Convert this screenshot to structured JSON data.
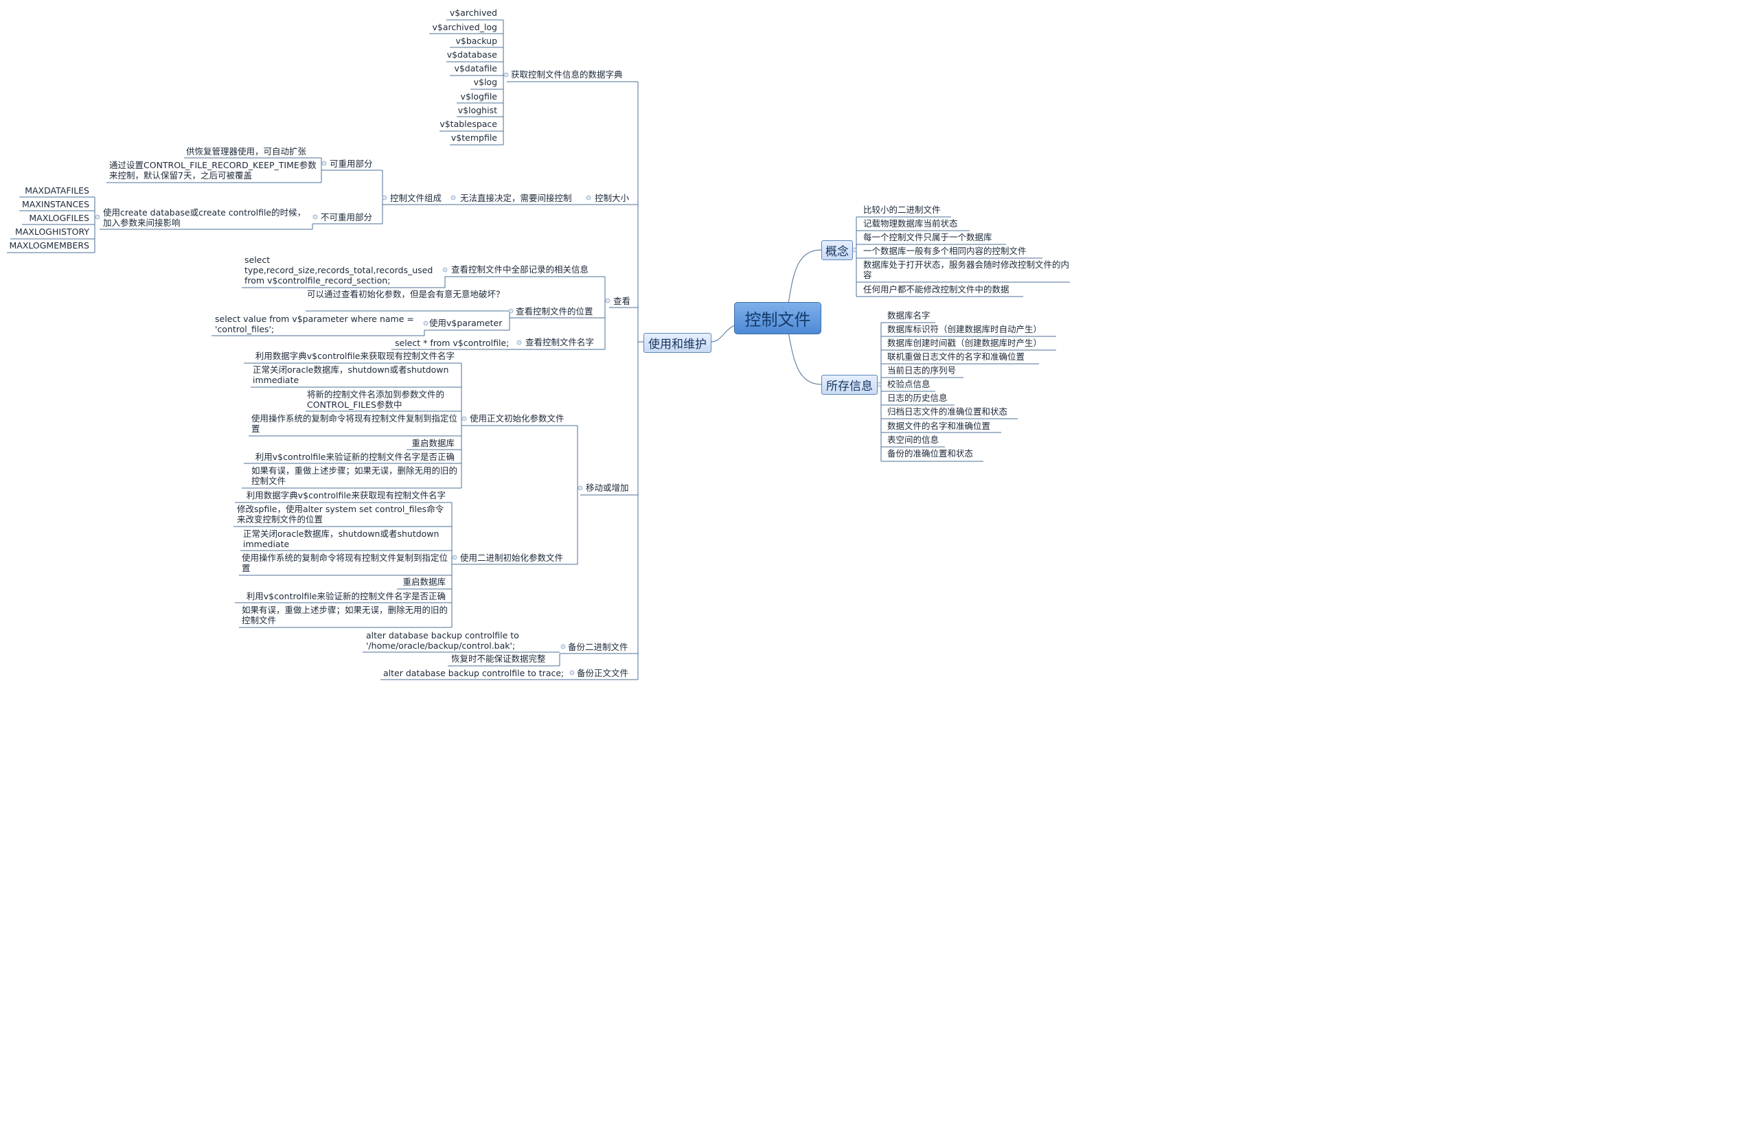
{
  "root": "控制文件",
  "concept": {
    "label": "概念",
    "items": [
      "比较小的二进制文件",
      "记载物理数据库当前状态",
      "每一个控制文件只属于一个数据库",
      "一个数据库一般有多个相同内容的控制文件",
      "数据库处于打开状态，服务器会随时修改控制文件的内容",
      "任何用户都不能修改控制文件中的数据"
    ]
  },
  "stored": {
    "label": "所存信息",
    "items": [
      "数据库名字",
      "数据库标识符（创建数据库时自动产生）",
      "数据库创建时间戳（创建数据库时产生）",
      "联机重做日志文件的名字和准确位置",
      "当前日志的序列号",
      "校验点信息",
      "日志的历史信息",
      "归档日志文件的准确位置和状态",
      "数据文件的名字和准确位置",
      "表空间的信息",
      "备份的准确位置和状态"
    ]
  },
  "maint": {
    "label": "使用和维护",
    "dict": {
      "label": "获取控制文件信息的数据字典",
      "items": [
        "v$archived",
        "v$archived_log",
        "v$backup",
        "v$database",
        "v$datafile",
        "v$log",
        "v$logfile",
        "v$loghist",
        "v$tablespace",
        "v$tempfile"
      ]
    },
    "size": {
      "label": "控制大小",
      "indirect": "无法直接决定，需要间接控制",
      "composition": "控制文件组成",
      "reusable": {
        "label": "可重用部分",
        "a": "供恢复管理器使用，可自动扩张",
        "b": "通过设置CONTROL_FILE_RECORD_KEEP_TIME参数来控制，默认保留7天，之后可被覆盖"
      },
      "nonreusable": {
        "label": "不可重用部分",
        "desc": "使用create database或create controlfile的时候，加入参数来间接影响",
        "params": [
          "MAXDATAFILES",
          "MAXINSTANCES",
          "MAXLOGFILES",
          "MAXLOGHISTORY",
          "MAXLOGMEMBERS"
        ]
      }
    },
    "view": {
      "label": "查看",
      "records": "查看控制文件中全部记录的相关信息",
      "records_sql": "select type,record_size,records_total,records_used from v$controlfile_record_section;",
      "location": "查看控制文件的位置",
      "location_note": "可以通过查看初始化参数，但是会有意无意地破坏？",
      "use_param": "使用v$parameter",
      "param_sql": "select value from v$parameter where name = 'control_files';",
      "names": "查看控制文件名字",
      "names_sql": "select * from v$controlfile;"
    },
    "move": {
      "label": "移动或增加",
      "pfile": {
        "label": "使用正文初始化参数文件",
        "steps": [
          "利用数据字典v$controlfile来获取现有控制文件名字",
          "正常关闭oracle数据库，shutdown或者shutdown immediate",
          "将新的控制文件名添加到参数文件的CONTROL_FILES参数中",
          "使用操作系统的复制命令将现有控制文件复制到指定位置",
          "重启数据库",
          "利用v$controlfile来验证新的控制文件名字是否正确",
          "如果有误，重做上述步骤；如果无误，删除无用的旧的控制文件"
        ]
      },
      "spfile": {
        "label": "使用二进制初始化参数文件",
        "steps": [
          "利用数据字典v$controlfile来获取现有控制文件名字",
          "修改spfile，使用alter system set control_files命令来改变控制文件的位置",
          "正常关闭oracle数据库，shutdown或者shutdown immediate",
          "使用操作系统的复制命令将现有控制文件复制到指定位置",
          "重启数据库",
          "利用v$controlfile来验证新的控制文件名字是否正确",
          "如果有误，重做上述步骤；如果无误，删除无用的旧的控制文件"
        ]
      }
    },
    "backup_bin": {
      "label": "备份二进制文件",
      "sql": "alter database backup controlfile to '/home/oracle/backup/control.bak';",
      "note": "恢复时不能保证数据完整"
    },
    "backup_text": {
      "label": "备份正文文件",
      "sql": "alter database backup controlfile to trace;"
    }
  }
}
